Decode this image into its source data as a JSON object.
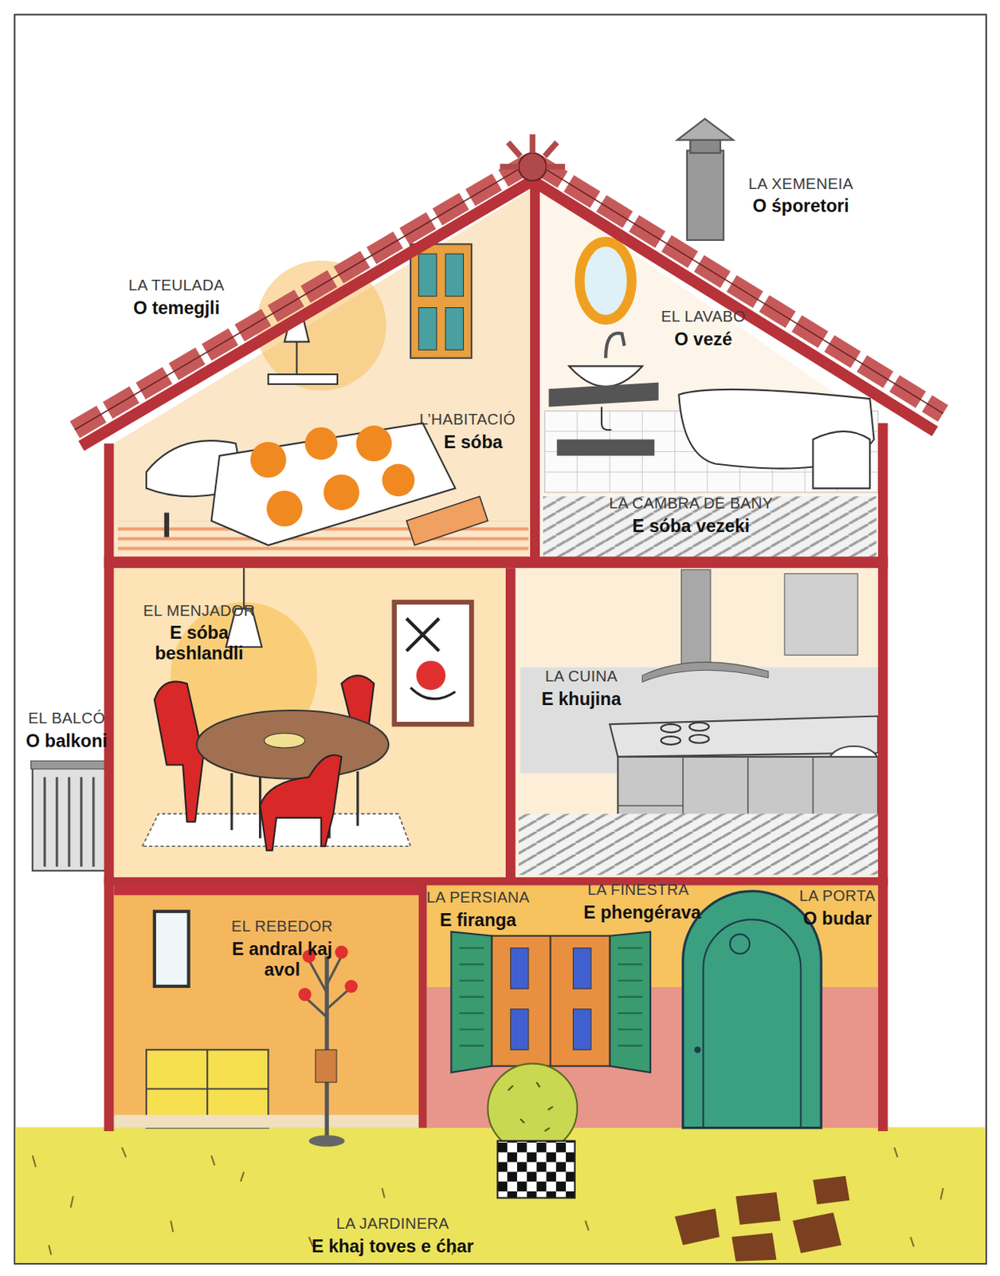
{
  "diagram": {
    "labels": [
      "LA XEMENEIA",
      "O śporetori",
      "LA TEULADA",
      "O temegjli",
      "EL LAVABO",
      "O vezé",
      "L’HABITACIÓ",
      "E sóba",
      "LA CAMBRA DE BANY",
      "E sóba vezeki",
      "EL MENJADOR",
      "E sóba beshlandli",
      "LA CUINA",
      "E khujina",
      "EL BALCÓ",
      "O balkoni",
      "LA PERSIANA",
      "E firanga",
      "LA FINESTRA",
      "E phengérava",
      "LA PORTA",
      "O budar",
      "EL REBEDOR",
      "E andral kaj avol",
      "LA JARDINERA",
      "E khaj toves e ćhar"
    ]
  }
}
